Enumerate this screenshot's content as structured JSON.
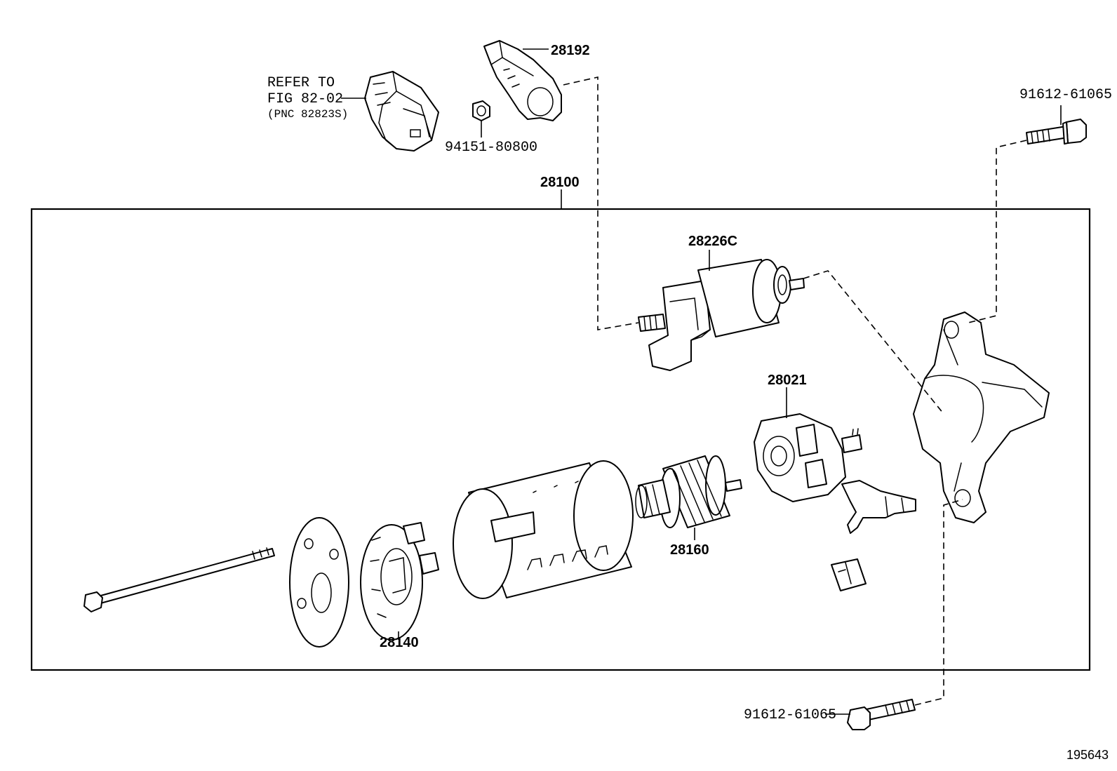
{
  "labels": {
    "refer_line1": "REFER TO",
    "refer_line2": "FIG 82-02",
    "refer_line3": "(PNC 82823S)",
    "p28192": "28192",
    "p94151": "94151-80800",
    "p28100": "28100",
    "p28226C": "28226C",
    "p28021": "28021",
    "p28160": "28160",
    "p28140": "28140",
    "bolt_top": "91612-61065",
    "bolt_bottom": "91612-61065",
    "figure_id": "195643"
  },
  "colors": {
    "line": "#000000",
    "background": "#ffffff"
  }
}
